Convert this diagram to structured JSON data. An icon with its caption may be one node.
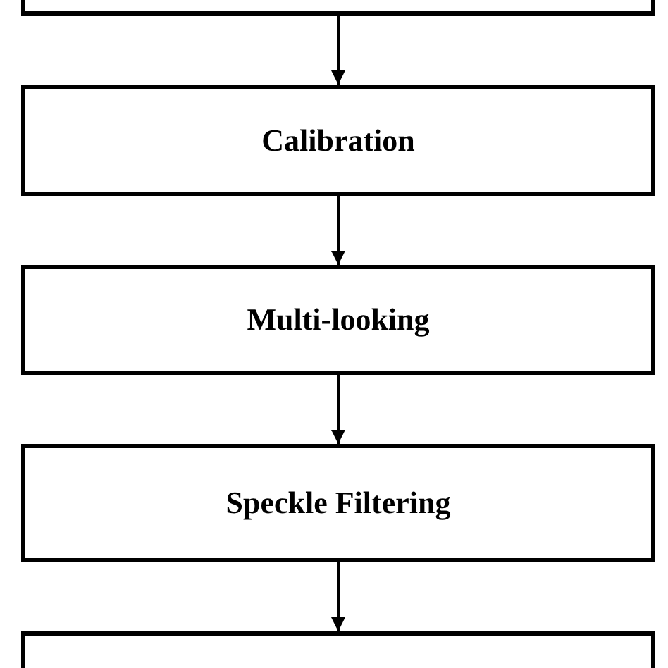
{
  "diagram": {
    "nodes": [
      {
        "text": [],
        "shape": "box"
      },
      {
        "text": [
          "Calibration"
        ]
      },
      {
        "text": [
          "Multi-looking"
        ]
      },
      {
        "text": [
          "Speckle Filtering"
        ]
      },
      {
        "text": [],
        "shape": "box"
      }
    ],
    "edges": [
      {
        "from": 0,
        "to": 1,
        "arrow": "to"
      },
      {
        "from": 1,
        "to": 2,
        "arrow": "to"
      },
      {
        "from": 2,
        "to": 3,
        "arrow": "to"
      },
      {
        "from": 3,
        "to": 4,
        "arrow": "to"
      }
    ]
  }
}
